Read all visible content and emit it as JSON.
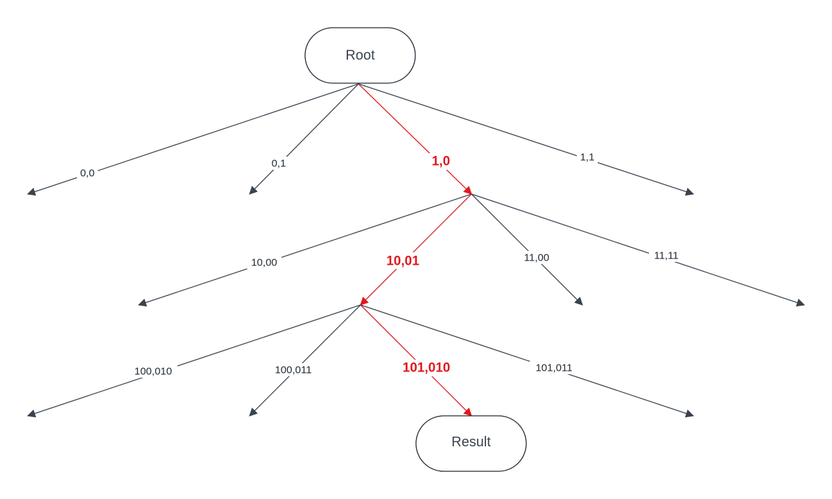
{
  "colors": {
    "edge": "#3a4350",
    "highlight": "#e0191e",
    "node_border": "#1f2933"
  },
  "nodes": {
    "root": "Root",
    "result": "Result"
  },
  "edges": [
    {
      "id": "root-00",
      "label": "0,0",
      "highlight": false
    },
    {
      "id": "root-01",
      "label": "0,1",
      "highlight": false
    },
    {
      "id": "root-10",
      "label": "1,0",
      "highlight": true
    },
    {
      "id": "root-11",
      "label": "1,1",
      "highlight": false
    },
    {
      "id": "l2-1000",
      "label": "10,00",
      "highlight": false
    },
    {
      "id": "l2-1001",
      "label": "10,01",
      "highlight": true
    },
    {
      "id": "l2-1100",
      "label": "11,00",
      "highlight": false
    },
    {
      "id": "l2-1111",
      "label": "11,11",
      "highlight": false
    },
    {
      "id": "l3-100010",
      "label": "100,010",
      "highlight": false
    },
    {
      "id": "l3-100011",
      "label": "100,011",
      "highlight": false
    },
    {
      "id": "l3-101010",
      "label": "101,010",
      "highlight": true
    },
    {
      "id": "l3-101011",
      "label": "101,011",
      "highlight": false
    }
  ]
}
